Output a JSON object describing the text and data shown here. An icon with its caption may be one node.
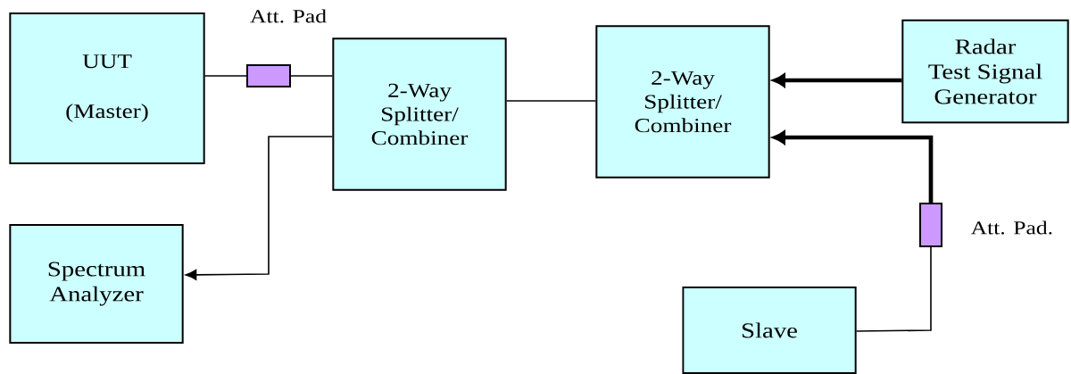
{
  "diagram": {
    "nodes": [
      {
        "text": [
          "UUT",
          "(Master)"
        ]
      },
      {
        "text": [],
        "shape": "box"
      },
      {
        "text": [
          "2-Way Splitter/ Combiner"
        ]
      },
      {
        "text": [
          "2-Way Splitter/ Combiner"
        ]
      },
      {
        "text": [
          "Radar Test Signal Generator"
        ]
      },
      {
        "text": [
          "Spectrum Analyzer"
        ]
      },
      {
        "text": [],
        "shape": "box",
        "beside": [
          "Att. Pad."
        ]
      },
      {
        "text": [
          "Slave"
        ]
      }
    ],
    "edges": [
      {
        "from": 0,
        "to": 1,
        "arrow": "none"
      },
      {
        "from": 1,
        "to": 2,
        "arrow": "none"
      },
      {
        "from": 2,
        "to": 3,
        "arrow": "none"
      },
      {
        "from": 4,
        "to": 3,
        "arrow": "to",
        "style": "thick"
      },
      {
        "from": 2,
        "to": 5,
        "arrow": "to"
      },
      {
        "from": 7,
        "to": 6,
        "arrow": "none"
      },
      {
        "from": 6,
        "to": 3,
        "arrow": "to",
        "style": "thick"
      }
    ],
    "labels": [
      "Att. Pad"
    ]
  }
}
